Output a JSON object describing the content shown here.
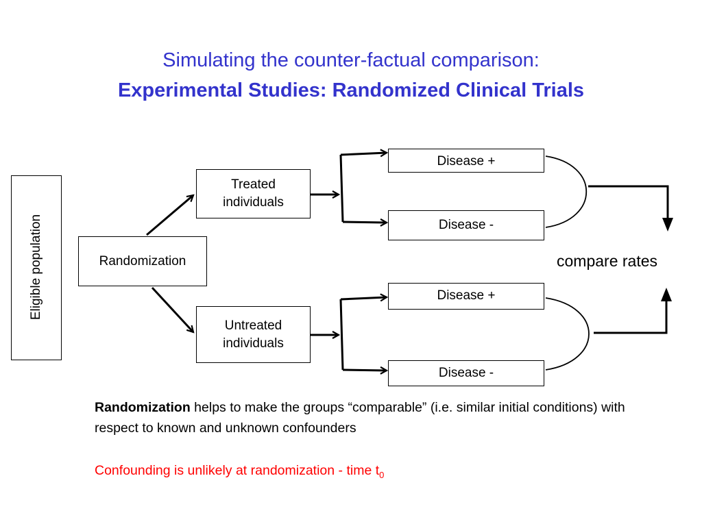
{
  "title": {
    "line1": "Simulating the counter-factual comparison:",
    "line2": "Experimental Studies: Randomized Clinical Trials"
  },
  "diagram": {
    "eligible_population": "Eligible population",
    "randomization": "Randomization",
    "treated": [
      "Treated",
      "individuals"
    ],
    "untreated": [
      "Untreated",
      "individuals"
    ],
    "treated_disease_pos": "Disease +",
    "treated_disease_neg": "Disease -",
    "untreated_disease_pos": "Disease +",
    "untreated_disease_neg": "Disease -",
    "compare_rates": "compare rates"
  },
  "notes": {
    "randomization_bold": "Randomization",
    "randomization_text": " helps to make the groups “comparable” (i.e. similar initial conditions) with respect to known and unknown confounders",
    "confounding_text": "Confounding is unlikely at randomization -  time t",
    "confounding_sub": "0",
    "confounding_color": "#ff0000"
  },
  "colors": {
    "title": "#3333cc"
  }
}
